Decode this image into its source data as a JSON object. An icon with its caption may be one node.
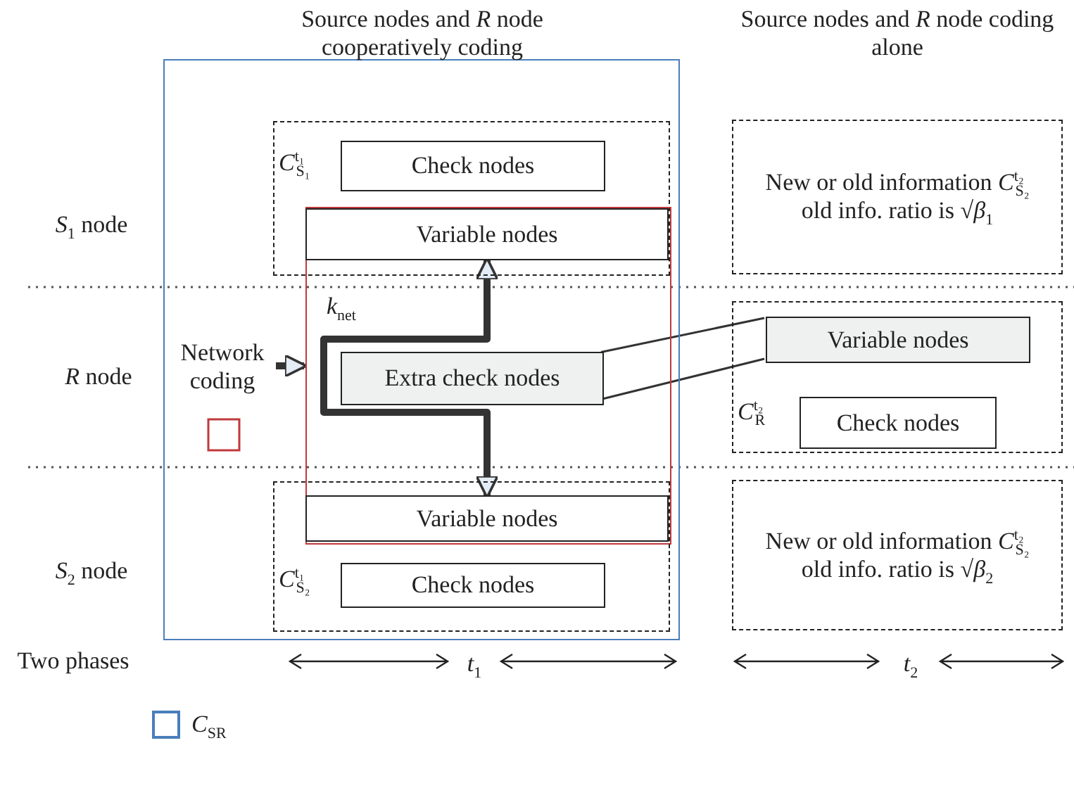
{
  "diagram": {
    "nodes": [
      {
        "text": [],
        "shape": "box"
      },
      {
        "text": [
          "*C*$^{t₁}$$_{S₁}$"
        ],
        "in": 0
      },
      {
        "text": [
          "Check nodes"
        ],
        "in": 1
      },
      {
        "text": [],
        "shape": "box",
        "in": 0
      },
      {
        "text": [
          "Variable nodes"
        ]
      },
      {
        "text": [
          "Extra check nodes"
        ],
        "in": 3
      },
      {
        "text": [
          "Network coding"
        ],
        "in": 0
      },
      {
        "text": [
          "*C*$^{t₁}$$_{S₂}$"
        ],
        "in": 0
      },
      {
        "text": [
          "Variable nodes"
        ]
      },
      {
        "text": [
          "Check nodes"
        ],
        "in": 7
      },
      {
        "text": [
          "New or old information *C*$^{t₂}$$_{S₂}$ old info. ratio is √*β*$_{1}$"
        ]
      },
      {
        "text": [
          "*C*$^{t₂}$$_{R}$"
        ]
      },
      {
        "text": [
          "Variable nodes"
        ],
        "in": 11
      },
      {
        "text": [
          "Check nodes"
        ],
        "in": 11
      },
      {
        "text": [
          "New or old information *C*$^{t₂}$$_{S₂}$ old info. ratio is √*β*$_{2}$"
        ]
      }
    ],
    "edges": [
      {
        "from": 6,
        "to": 3,
        "arrow": "to",
        "style": "thick"
      },
      {
        "from": 4,
        "to": 8,
        "arrow": "both",
        "style": "thick"
      },
      {
        "from": 5,
        "to": 12,
        "arrow": "none"
      },
      {
        "from": 5,
        "to": 12,
        "arrow": "none"
      }
    ],
    "labels": [
      "Source nodes and *R* node cooperatively coding",
      "Source nodes and *R* node coding alone",
      "*S*$_{1}$ node",
      "*k*$_{net}$",
      "*R* node",
      "*S*$_{2}$ node",
      "Two phases",
      "*t*$_{1}$",
      "*t*$_{2}$"
    ],
    "legend": [
      {
        "text": "*C*$_{SR}$",
        "color": "#4a7ebb"
      }
    ]
  }
}
